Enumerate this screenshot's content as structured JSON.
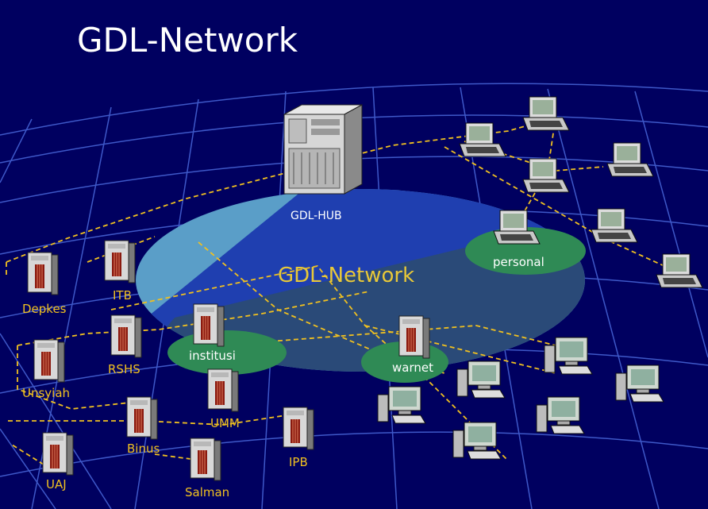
{
  "title": "GDL-Network",
  "cloud_label": "GDL-Network",
  "hub_label": "GDL-HUB",
  "zones": {
    "personal": "personal",
    "institusi": "institusi",
    "warnet": "warnet"
  },
  "servers": {
    "depkes": "Depkes",
    "itb": "ITB",
    "rshs": "RSHS",
    "unsyiah": "Unsyiah",
    "umm": "UMM",
    "binus": "Binus",
    "uaj": "UAJ",
    "ipb": "IPB",
    "salman": "Salman"
  },
  "colors": {
    "background": "#000060",
    "grid": "#3e58c8",
    "dash": "#f0c020",
    "zone": "#2f8a55",
    "cloud_light": "#5a9ec8",
    "cloud_dark": "#1f3fb0",
    "cloud_bottom": "#2a4a78",
    "cloud_text": "#e8c838"
  },
  "icons": {
    "hub": "server-tower-icon",
    "node": "server-icon",
    "laptop": "laptop-icon",
    "pc": "desktop-computer-icon"
  }
}
